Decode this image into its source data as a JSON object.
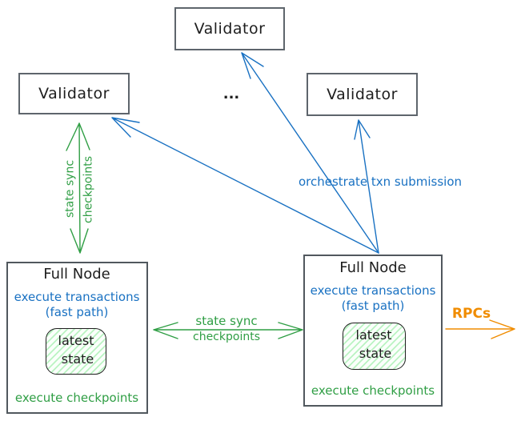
{
  "colors": {
    "blue": "#1971c2",
    "green": "#2f9e44",
    "orange": "#f08c00",
    "ink": "#1e1e1e"
  },
  "validators": {
    "top": "Validator",
    "left": "Validator",
    "right": "Validator",
    "ellipsis": "..."
  },
  "full_node_left": {
    "title": "Full Node",
    "exec_txn": "execute transactions",
    "fast_path": "(fast path)",
    "latest": "latest",
    "state": "state",
    "exec_checkpoints": "execute checkpoints"
  },
  "full_node_right": {
    "title": "Full Node",
    "exec_txn": "execute transactions",
    "fast_path": "(fast path)",
    "latest": "latest",
    "state": "state",
    "exec_checkpoints": "execute checkpoints"
  },
  "edge_labels": {
    "left_sync_line1": "state sync",
    "left_sync_line2": "checkpoints",
    "mid_sync_line1": "state sync",
    "mid_sync_line2": "checkpoints",
    "orchestrate": "orchestrate txn submission",
    "rpcs": "RPCs"
  }
}
